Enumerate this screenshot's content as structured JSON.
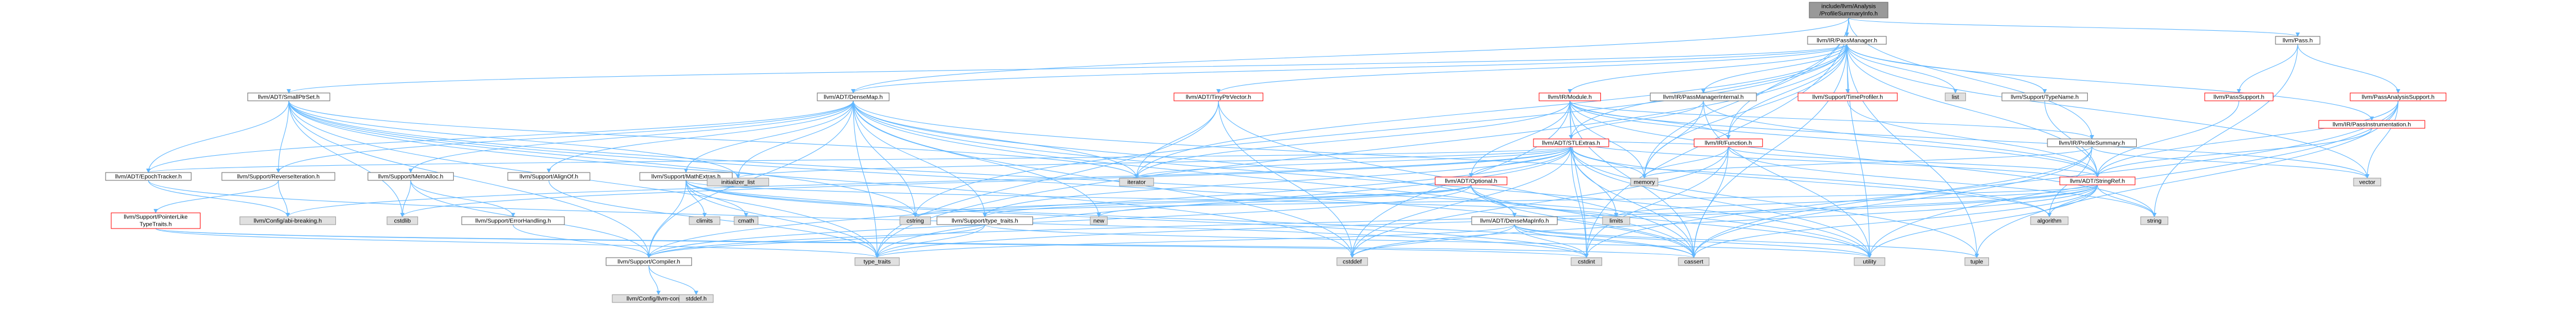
{
  "colors": {
    "focus_fill": "#999999",
    "focus_stroke": "#666666",
    "normal_fill": "#ffffff",
    "normal_stroke": "#666666",
    "missing_fill": "#ffffff",
    "missing_stroke": "#ff0000",
    "system_fill": "#e0e0e0",
    "system_stroke": "#999999",
    "edge": "#63b8ff"
  },
  "nodes": [
    {
      "id": "root",
      "label": [
        "include/llvm/Analysis",
        "/ProfileSummaryInfo.h"
      ],
      "kind": "focus"
    },
    {
      "id": "pm",
      "label": [
        "llvm/IR/PassManager.h"
      ],
      "kind": "normal"
    },
    {
      "id": "pass",
      "label": [
        "llvm/Pass.h"
      ],
      "kind": "normal"
    },
    {
      "id": "smallptrset",
      "label": [
        "llvm/ADT/SmallPtrSet.h"
      ],
      "kind": "normal"
    },
    {
      "id": "densemap",
      "label": [
        "llvm/ADT/DenseMap.h"
      ],
      "kind": "normal"
    },
    {
      "id": "tinyptr",
      "label": [
        "llvm/ADT/TinyPtrVector.h"
      ],
      "kind": "missing"
    },
    {
      "id": "module",
      "label": [
        "llvm/IR/Module.h"
      ],
      "kind": "missing"
    },
    {
      "id": "pminternal",
      "label": [
        "llvm/IR/PassManagerInternal.h"
      ],
      "kind": "normal"
    },
    {
      "id": "timeprof",
      "label": [
        "llvm/Support/TimeProfiler.h"
      ],
      "kind": "missing"
    },
    {
      "id": "list",
      "label": [
        "list"
      ],
      "kind": "system"
    },
    {
      "id": "typename",
      "label": [
        "llvm/Support/TypeName.h"
      ],
      "kind": "normal"
    },
    {
      "id": "passsupport",
      "label": [
        "llvm/PassSupport.h"
      ],
      "kind": "missing"
    },
    {
      "id": "passinstr",
      "label": [
        "llvm/IR/PassInstrumentation.h"
      ],
      "kind": "missing"
    },
    {
      "id": "passanalysis",
      "label": [
        "llvm/PassAnalysisSupport.h"
      ],
      "kind": "missing"
    },
    {
      "id": "stlextras",
      "label": [
        "llvm/ADT/STLExtras.h"
      ],
      "kind": "missing"
    },
    {
      "id": "function",
      "label": [
        "llvm/IR/Function.h"
      ],
      "kind": "missing"
    },
    {
      "id": "profsum",
      "label": [
        "llvm/IR/ProfileSummary.h"
      ],
      "kind": "normal"
    },
    {
      "id": "stringref",
      "label": [
        "llvm/ADT/StringRef.h"
      ],
      "kind": "missing"
    },
    {
      "id": "epoch",
      "label": [
        "llvm/ADT/EpochTracker.h"
      ],
      "kind": "normal"
    },
    {
      "id": "reverseiter",
      "label": [
        "llvm/Support/ReverseIteration.h"
      ],
      "kind": "normal"
    },
    {
      "id": "memalloc",
      "label": [
        "llvm/Support/MemAlloc.h"
      ],
      "kind": "normal"
    },
    {
      "id": "alignof",
      "label": [
        "llvm/Support/AlignOf.h"
      ],
      "kind": "normal"
    },
    {
      "id": "mathextras",
      "label": [
        "llvm/Support/MathExtras.h"
      ],
      "kind": "normal"
    },
    {
      "id": "initlist",
      "label": [
        "initializer_list"
      ],
      "kind": "system"
    },
    {
      "id": "iterator",
      "label": [
        "iterator"
      ],
      "kind": "system"
    },
    {
      "id": "memory",
      "label": [
        "memory"
      ],
      "kind": "system"
    },
    {
      "id": "optional",
      "label": [
        "llvm/ADT/Optional.h"
      ],
      "kind": "missing"
    },
    {
      "id": "vector",
      "label": [
        "vector"
      ],
      "kind": "system"
    },
    {
      "id": "ptrlike",
      "label": [
        "llvm/Support/PointerLike",
        "TypeTraits.h"
      ],
      "kind": "missing"
    },
    {
      "id": "abibreak",
      "label": [
        "llvm/Config/abi-breaking.h"
      ],
      "kind": "system"
    },
    {
      "id": "cstdlib",
      "label": [
        "cstdlib"
      ],
      "kind": "system"
    },
    {
      "id": "errhandling",
      "label": [
        "llvm/Support/ErrorHandling.h"
      ],
      "kind": "normal"
    },
    {
      "id": "climits",
      "label": [
        "climits"
      ],
      "kind": "system"
    },
    {
      "id": "cmath",
      "label": [
        "cmath"
      ],
      "kind": "system"
    },
    {
      "id": "cstring",
      "label": [
        "cstring"
      ],
      "kind": "system"
    },
    {
      "id": "typetraits_h",
      "label": [
        "llvm/Support/type_traits.h"
      ],
      "kind": "normal"
    },
    {
      "id": "new",
      "label": [
        "new"
      ],
      "kind": "system"
    },
    {
      "id": "densemapinfo",
      "label": [
        "llvm/ADT/DenseMapInfo.h"
      ],
      "kind": "normal"
    },
    {
      "id": "limits",
      "label": [
        "limits"
      ],
      "kind": "system"
    },
    {
      "id": "algorithm",
      "label": [
        "algorithm"
      ],
      "kind": "system"
    },
    {
      "id": "string",
      "label": [
        "string"
      ],
      "kind": "system"
    },
    {
      "id": "compiler",
      "label": [
        "llvm/Support/Compiler.h"
      ],
      "kind": "normal"
    },
    {
      "id": "type_traits",
      "label": [
        "type_traits"
      ],
      "kind": "system"
    },
    {
      "id": "cstddef",
      "label": [
        "cstddef"
      ],
      "kind": "system"
    },
    {
      "id": "cstdint",
      "label": [
        "cstdint"
      ],
      "kind": "system"
    },
    {
      "id": "cassert",
      "label": [
        "cassert"
      ],
      "kind": "system"
    },
    {
      "id": "utility",
      "label": [
        "utility"
      ],
      "kind": "system"
    },
    {
      "id": "tuple",
      "label": [
        "tuple"
      ],
      "kind": "system"
    },
    {
      "id": "llvmconfig",
      "label": [
        "llvm/Config/llvm-config.h"
      ],
      "kind": "system"
    },
    {
      "id": "stddef",
      "label": [
        "stddef.h"
      ],
      "kind": "system"
    }
  ],
  "edges": [
    [
      "root",
      "pm"
    ],
    [
      "root",
      "pass"
    ],
    [
      "root",
      "densemap"
    ],
    [
      "root",
      "function"
    ],
    [
      "root",
      "profsum"
    ],
    [
      "root",
      "cstdint"
    ],
    [
      "root",
      "memory"
    ],
    [
      "pm",
      "smallptrset"
    ],
    [
      "pm",
      "densemap"
    ],
    [
      "pm",
      "tinyptr"
    ],
    [
      "pm",
      "module"
    ],
    [
      "pm",
      "pminternal"
    ],
    [
      "pm",
      "timeprof"
    ],
    [
      "pm",
      "list"
    ],
    [
      "pm",
      "typename"
    ],
    [
      "pm",
      "passinstr"
    ],
    [
      "pm",
      "stlextras"
    ],
    [
      "pm",
      "stringref"
    ],
    [
      "pm",
      "function"
    ],
    [
      "pm",
      "cassert"
    ],
    [
      "pm",
      "cstring"
    ],
    [
      "pm",
      "iterator"
    ],
    [
      "pm",
      "memory"
    ],
    [
      "pm",
      "tuple"
    ],
    [
      "pm",
      "type_traits"
    ],
    [
      "pm",
      "utility"
    ],
    [
      "pm",
      "vector"
    ],
    [
      "pass",
      "passsupport"
    ],
    [
      "pass",
      "passanalysis"
    ],
    [
      "pass",
      "string"
    ],
    [
      "passsupport",
      "stringref"
    ],
    [
      "passanalysis",
      "stringref"
    ],
    [
      "passanalysis",
      "vector"
    ],
    [
      "passanalysis",
      "cassert"
    ],
    [
      "passanalysis",
      "tuple"
    ],
    [
      "passanalysis",
      "utility"
    ],
    [
      "passinstr",
      "stringref"
    ],
    [
      "smallptrset",
      "epoch"
    ],
    [
      "smallptrset",
      "reverseiter"
    ],
    [
      "smallptrset",
      "compiler"
    ],
    [
      "smallptrset",
      "type_traits"
    ],
    [
      "smallptrset",
      "cassert"
    ],
    [
      "smallptrset",
      "cstddef"
    ],
    [
      "smallptrset",
      "cstdlib"
    ],
    [
      "smallptrset",
      "cstring"
    ],
    [
      "smallptrset",
      "initlist"
    ],
    [
      "smallptrset",
      "iterator"
    ],
    [
      "smallptrset",
      "utility"
    ],
    [
      "epoch",
      "abibreak"
    ],
    [
      "epoch",
      "cstdint"
    ],
    [
      "reverseiter",
      "abibreak"
    ],
    [
      "reverseiter",
      "ptrlike"
    ],
    [
      "ptrlike",
      "type_traits"
    ],
    [
      "ptrlike",
      "cassert"
    ],
    [
      "ptrlike",
      "cstdint"
    ],
    [
      "densemap",
      "densemapinfo"
    ],
    [
      "densemap",
      "epoch"
    ],
    [
      "densemap",
      "alignof"
    ],
    [
      "densemap",
      "compiler"
    ],
    [
      "densemap",
      "mathextras"
    ],
    [
      "densemap",
      "memalloc"
    ],
    [
      "densemap",
      "reverseiter"
    ],
    [
      "densemap",
      "typetraits_h"
    ],
    [
      "densemap",
      "algorithm"
    ],
    [
      "densemap",
      "cassert"
    ],
    [
      "densemap",
      "cstddef"
    ],
    [
      "densemap",
      "cstring"
    ],
    [
      "densemap",
      "initlist"
    ],
    [
      "densemap",
      "iterator"
    ],
    [
      "densemap",
      "new"
    ],
    [
      "densemap",
      "type_traits"
    ],
    [
      "densemap",
      "utility"
    ],
    [
      "memalloc",
      "compiler"
    ],
    [
      "memalloc",
      "errhandling"
    ],
    [
      "memalloc",
      "cstdlib"
    ],
    [
      "errhandling",
      "compiler"
    ],
    [
      "alignof",
      "type_traits"
    ],
    [
      "mathextras",
      "compiler"
    ],
    [
      "mathextras",
      "cassert"
    ],
    [
      "mathextras",
      "climits"
    ],
    [
      "mathextras",
      "cmath"
    ],
    [
      "mathextras",
      "cstdint"
    ],
    [
      "mathextras",
      "cstring"
    ],
    [
      "mathextras",
      "limits"
    ],
    [
      "mathextras",
      "type_traits"
    ],
    [
      "typetraits_h",
      "compiler"
    ],
    [
      "typetraits_h",
      "type_traits"
    ],
    [
      "typetraits_h",
      "utility"
    ],
    [
      "compiler",
      "llvmconfig"
    ],
    [
      "compiler",
      "stddef"
    ],
    [
      "densemapinfo",
      "cassert"
    ],
    [
      "densemapinfo",
      "cstddef"
    ],
    [
      "densemapinfo",
      "cstdint"
    ],
    [
      "densemapinfo",
      "tuple"
    ],
    [
      "densemapinfo",
      "type_traits"
    ],
    [
      "densemapinfo",
      "utility"
    ],
    [
      "tinyptr",
      "iterator"
    ],
    [
      "tinyptr",
      "cassert"
    ],
    [
      "tinyptr",
      "cstddef"
    ],
    [
      "tinyptr",
      "type_traits"
    ],
    [
      "module",
      "stlextras"
    ],
    [
      "module",
      "stringref"
    ],
    [
      "module",
      "optional"
    ],
    [
      "module",
      "iterator"
    ],
    [
      "module",
      "memory"
    ],
    [
      "module",
      "string"
    ],
    [
      "module",
      "vector"
    ],
    [
      "module",
      "cstddef"
    ],
    [
      "module",
      "cstdint"
    ],
    [
      "module",
      "cassert"
    ],
    [
      "module",
      "function"
    ],
    [
      "module",
      "profsum"
    ],
    [
      "pminternal",
      "stlextras"
    ],
    [
      "pminternal",
      "stringref"
    ],
    [
      "pminternal",
      "memory"
    ],
    [
      "pminternal",
      "utility"
    ],
    [
      "timeprof",
      "stringref"
    ],
    [
      "typename",
      "stringref"
    ],
    [
      "stlextras",
      "optional"
    ],
    [
      "stlextras",
      "epoch"
    ],
    [
      "stlextras",
      "compiler"
    ],
    [
      "stlextras",
      "typetraits_h"
    ],
    [
      "stlextras",
      "abibreak"
    ],
    [
      "stlextras",
      "algorithm"
    ],
    [
      "stlextras",
      "cassert"
    ],
    [
      "stlextras",
      "cstddef"
    ],
    [
      "stlextras",
      "cstdint"
    ],
    [
      "stlextras",
      "cstdlib"
    ],
    [
      "stlextras",
      "functional"
    ],
    [
      "stlextras",
      "initlist"
    ],
    [
      "stlextras",
      "iterator"
    ],
    [
      "stlextras",
      "limits"
    ],
    [
      "stlextras",
      "memory"
    ],
    [
      "stlextras",
      "tuple"
    ],
    [
      "stlextras",
      "type_traits"
    ],
    [
      "stlextras",
      "utility"
    ],
    [
      "optional",
      "densemapinfo"
    ],
    [
      "optional",
      "compiler"
    ],
    [
      "optional",
      "typetraits_h"
    ],
    [
      "optional",
      "cassert"
    ],
    [
      "optional",
      "new"
    ],
    [
      "optional",
      "utility"
    ],
    [
      "optional",
      "cstring"
    ],
    [
      "function",
      "stlextras"
    ],
    [
      "function",
      "stringref"
    ],
    [
      "function",
      "cassert"
    ],
    [
      "function",
      "cstddef"
    ],
    [
      "function",
      "cstdint"
    ],
    [
      "function",
      "memory"
    ],
    [
      "function",
      "string"
    ],
    [
      "profsum",
      "algorithm"
    ],
    [
      "profsum",
      "cassert"
    ],
    [
      "profsum",
      "cstdint"
    ],
    [
      "profsum",
      "memory"
    ],
    [
      "profsum",
      "vector"
    ],
    [
      "stringref",
      "stlextras"
    ],
    [
      "stringref",
      "compiler"
    ],
    [
      "stringref",
      "algorithm"
    ],
    [
      "stringref",
      "cassert"
    ],
    [
      "stringref",
      "cstddef"
    ],
    [
      "stringref",
      "cstring"
    ],
    [
      "stringref",
      "limits"
    ],
    [
      "stringref",
      "string"
    ],
    [
      "stringref",
      "type_traits"
    ],
    [
      "stringref",
      "utility"
    ]
  ]
}
